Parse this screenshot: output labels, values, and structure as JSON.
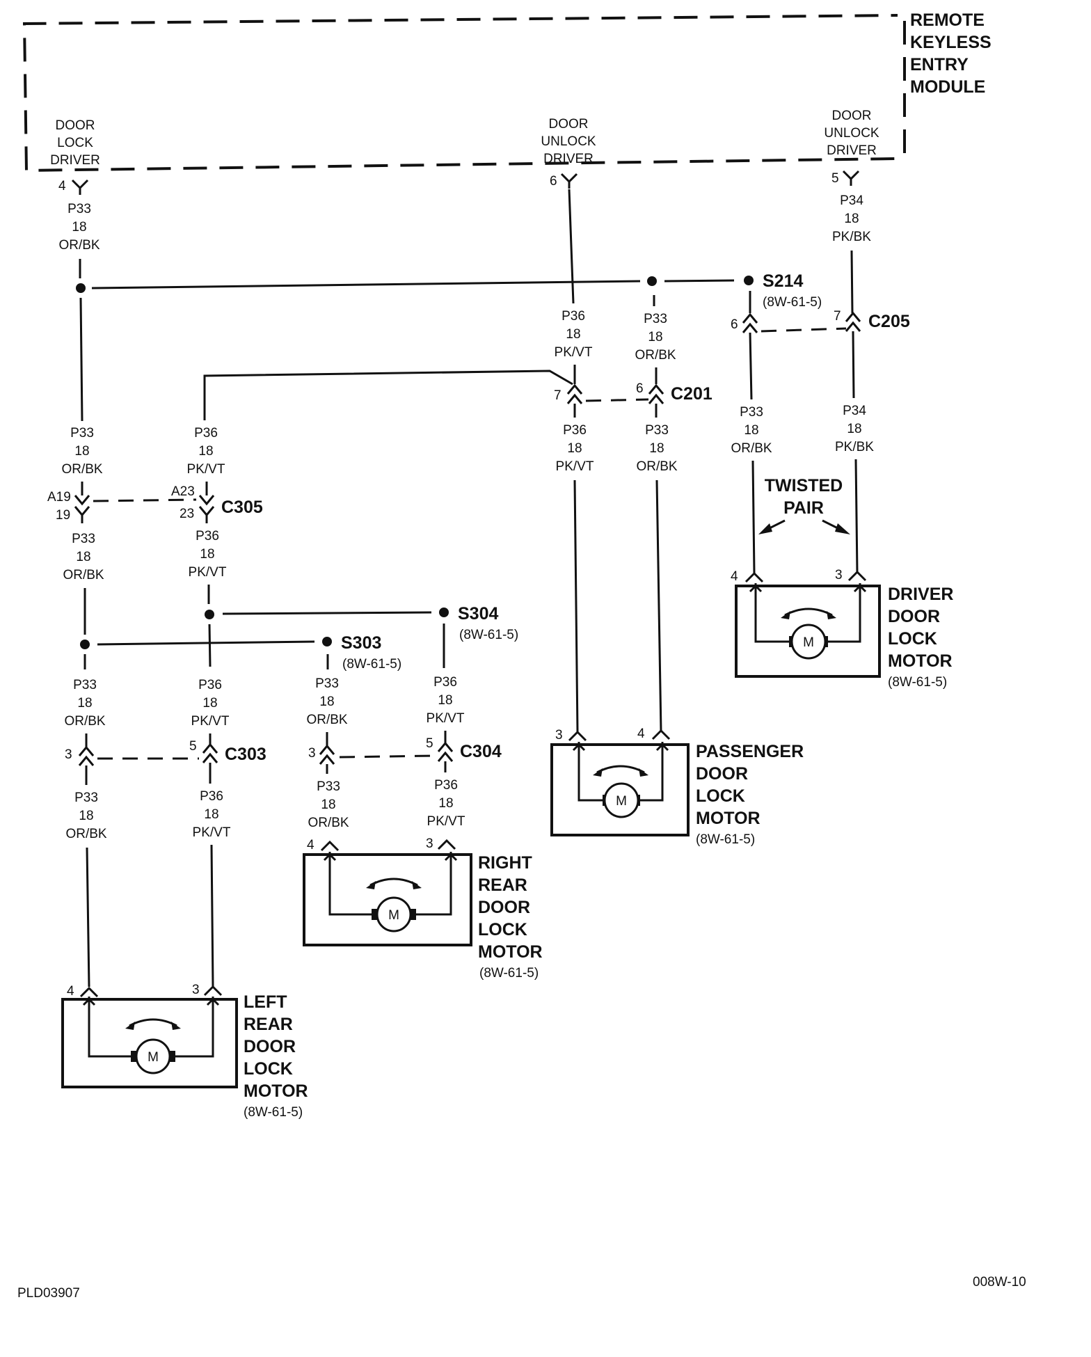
{
  "module": {
    "title": [
      "REMOTE",
      "KEYLESS",
      "ENTRY",
      "MODULE"
    ],
    "outputs": [
      {
        "id": "lock",
        "label": [
          "DOOR",
          "LOCK",
          "DRIVER"
        ],
        "pin": "4"
      },
      {
        "id": "unlock_pass",
        "label": [
          "DOOR",
          "UNLOCK",
          "DRIVER"
        ],
        "pin": "6"
      },
      {
        "id": "unlock_driver",
        "label": [
          "DOOR",
          "UNLOCK",
          "DRIVER"
        ],
        "pin": "5"
      }
    ]
  },
  "wires": {
    "p33": [
      "P33",
      "18",
      "OR/BK"
    ],
    "p36": [
      "P36",
      "18",
      "PK/VT"
    ],
    "p34": [
      "P34",
      "18",
      "PK/BK"
    ]
  },
  "splices": {
    "s214": {
      "name": "S214",
      "ref": "(8W-61-5)"
    },
    "s303": {
      "name": "S303",
      "ref": "(8W-61-5)"
    },
    "s304": {
      "name": "S304",
      "ref": "(8W-61-5)"
    }
  },
  "connectors": {
    "c205": {
      "name": "C205",
      "pins": [
        "6",
        "7"
      ]
    },
    "c201": {
      "name": "C201",
      "pins": [
        "7",
        "6"
      ]
    },
    "c305": {
      "name": "C305",
      "pins_top": [
        "A19",
        "A23"
      ],
      "pins_bottom": [
        "19",
        "23"
      ]
    },
    "c303": {
      "name": "C303",
      "pins": [
        "3",
        "5"
      ]
    },
    "c304": {
      "name": "C304",
      "pins": [
        "3",
        "5"
      ]
    }
  },
  "twisted_pair": [
    "TWISTED",
    "PAIR"
  ],
  "motors": {
    "driver": {
      "label": [
        "DRIVER",
        "DOOR",
        "LOCK",
        "MOTOR"
      ],
      "ref": "(8W-61-5)",
      "pins": [
        "4",
        "3"
      ]
    },
    "passenger": {
      "label": [
        "PASSENGER",
        "DOOR",
        "LOCK",
        "MOTOR"
      ],
      "ref": "(8W-61-5)",
      "pins": [
        "3",
        "4"
      ]
    },
    "right_rear": {
      "label": [
        "RIGHT",
        "REAR",
        "DOOR",
        "LOCK",
        "MOTOR"
      ],
      "ref": "(8W-61-5)",
      "pins": [
        "4",
        "3"
      ]
    },
    "left_rear": {
      "label": [
        "LEFT",
        "REAR",
        "DOOR",
        "LOCK",
        "MOTOR"
      ],
      "ref": "(8W-61-5)",
      "pins": [
        "4",
        "3"
      ]
    },
    "motor_symbol": "M"
  },
  "footer": {
    "left_code": "PLD03907",
    "right_code": "008W-10"
  }
}
